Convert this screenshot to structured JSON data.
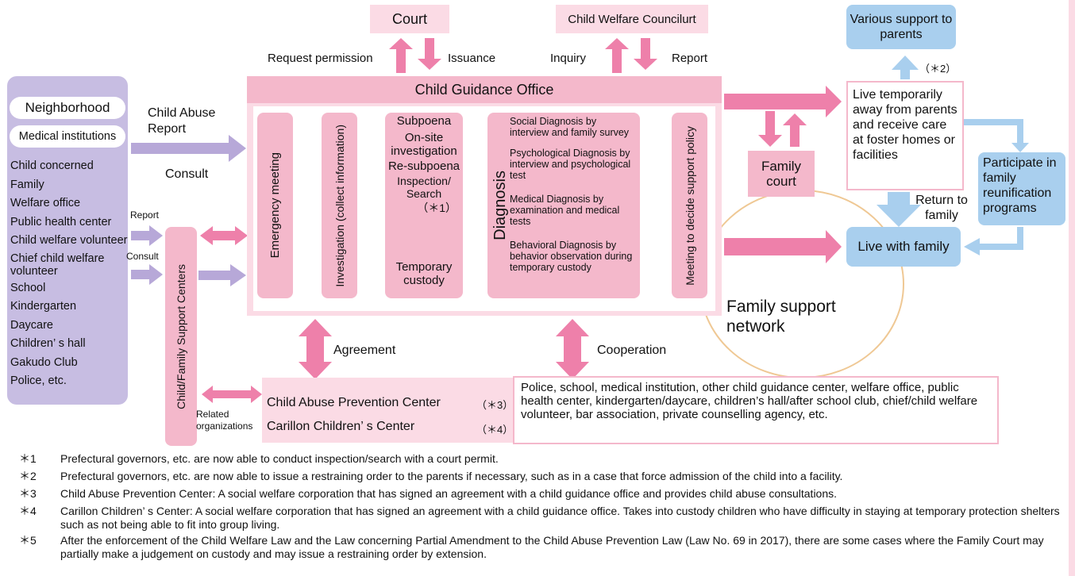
{
  "top": {
    "court": "Court",
    "welfare_council": "Child Welfare Councilurt",
    "request_permission": "Request permission",
    "issuance": "Issuance",
    "inquiry": "Inquiry",
    "report": "Report"
  },
  "office": {
    "title": "Child Guidance Office",
    "emergency": "Emergency meeting",
    "investigation": "Investigation (collect information)",
    "steps": [
      "Subpoena",
      "On-site investigation",
      "Re-subpoena",
      "Inspection/ Search",
      "（＊1）",
      "Temporary custody"
    ],
    "diagnosis_label": "Diagnosis",
    "diagnoses": [
      "Social Diagnosis by interview and family survey",
      "Psychological Diagnosis by interview and psychological test",
      "Medical Diagnosis by examination and medical tests",
      "Behavioral Diagnosis by behavior observation during temporary custody"
    ],
    "meeting": "Meeting to decide support policy"
  },
  "left": {
    "neighborhood": "Neighborhood",
    "medical": "Medical institutions",
    "items": [
      "Child concerned",
      "Family",
      "Welfare office",
      "Public health center",
      "Child welfare volunteer",
      "Chief child welfare volunteer",
      "School",
      "Kindergarten",
      "Daycare",
      "Children’ s hall",
      "Gakudo Club",
      "Police, etc."
    ],
    "abuse_report": "Child Abuse Report",
    "consult": "Consult",
    "small_report": "Report",
    "small_consult": "Consult",
    "support_centers": "Child/Family Support Centers",
    "related": "Related organizations"
  },
  "right": {
    "various_support": "Various support to parents",
    "note2": "（＊2）",
    "live_away": "Live temporarily away from parents and receive care at foster homes or facilities",
    "family_court": "Family court",
    "participate": "Participate in family reunification programs",
    "return_family": "Return to family",
    "live_family": "Live with family",
    "support_network": "Family support network"
  },
  "bottom": {
    "agreement": "Agreement",
    "cooperation": "Cooperation",
    "prevention_center": "Child Abuse Prevention Center",
    "note3": "（＊3）",
    "carillon": "Carillon Children’ s Center",
    "note4": "（＊4）",
    "police_list": "Police, school, medical institution, other child guidance center, welfare office, public health center, kindergarten/daycare, children’s hall/after school club, chief/child welfare volunteer, bar association, private counselling agency, etc."
  },
  "notes": [
    {
      "mark": "＊1",
      "text": "Prefectural governors, etc. are now able to conduct inspection/search with a court permit."
    },
    {
      "mark": "＊2",
      "text": "Prefectural governors, etc. are now able to issue a restraining order to the parents if necessary, such as in a case that force admission of the child into a facility."
    },
    {
      "mark": "＊3",
      "text": "Child Abuse Prevention Center: A social welfare corporation that has signed an agreement with a child guidance office and provides child abuse consultations."
    },
    {
      "mark": "＊4",
      "text": "Carillon Children’ s Center: A social welfare corporation that has signed an agreement with a child guidance office. Takes into custody children who have difficulty in staying at temporary protection shelters such as not being able to fit into group living."
    },
    {
      "mark": "＊5",
      "text": "After the enforcement of the Child Welfare Law and the Law concerning Partial Amendment to the Child Abuse Prevention Law (Law No. 69 in 2017), there are some cases where the Family Court may partially make a judgement on custody and may issue a restraining order by extension."
    }
  ],
  "colors": {
    "pink": "#f4b8cb",
    "arrow_pink": "#ee80aa",
    "blue": "#a9cfee",
    "purple": "#c7bde2",
    "arrow_purple": "#b7a8d8",
    "circle": "#efc894"
  }
}
